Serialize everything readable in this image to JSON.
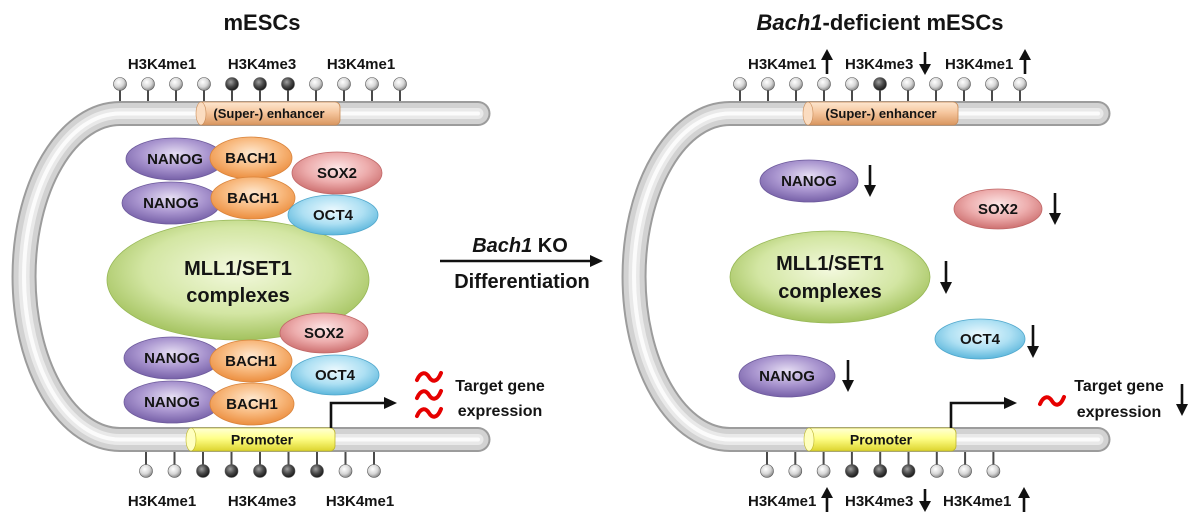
{
  "left": {
    "title": "mESCs",
    "top_marks": [
      "H3K4me1",
      "H3K4me3",
      "H3K4me1"
    ],
    "top_mark_levels": [
      1,
      1,
      1,
      1,
      3,
      3,
      3,
      1,
      1,
      1,
      1
    ],
    "enhancer": "(Super-) enhancer",
    "proteins": {
      "nanog": "NANOG",
      "bach1": "BACH1",
      "sox2": "SOX2",
      "oct4": "OCT4"
    },
    "complex": [
      "MLL1/SET1",
      "complexes"
    ],
    "promoter": "Promoter",
    "target": [
      "Target gene",
      "expression"
    ],
    "bottom_marks": [
      "H3K4me1",
      "H3K4me3",
      "H3K4me1"
    ],
    "bottom_mark_levels": [
      1,
      1,
      3,
      3,
      3,
      3,
      3,
      1,
      1
    ]
  },
  "transition": {
    "ko_gene": "Bach1",
    "ko_suffix": " KO",
    "label": "Differentiation"
  },
  "right": {
    "title_gene": "Bach1",
    "title_suffix": "-deficient mESCs",
    "top_marks": [
      "H3K4me1",
      "H3K4me3",
      "H3K4me1"
    ],
    "top_mark_levels": [
      1,
      1,
      1,
      1,
      1,
      3,
      1,
      1,
      1,
      1,
      1
    ],
    "enhancer": "(Super-) enhancer",
    "proteins": {
      "nanog": "NANOG",
      "sox2": "SOX2",
      "oct4": "OCT4"
    },
    "complex": [
      "MLL1/SET1",
      "complexes"
    ],
    "promoter": "Promoter",
    "target": [
      "Target gene",
      "expression"
    ],
    "bottom_marks": [
      "H3K4me1",
      "H3K4me3",
      "H3K4me1"
    ],
    "bottom_mark_levels": [
      1,
      1,
      1,
      3,
      3,
      3,
      1,
      1,
      1
    ]
  }
}
